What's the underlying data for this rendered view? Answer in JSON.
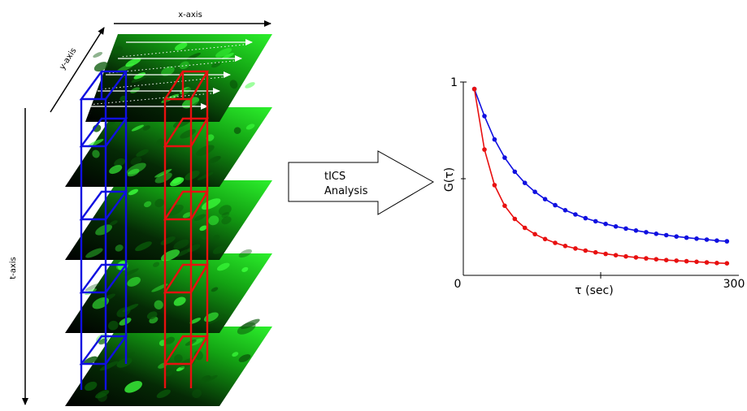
{
  "figure": {
    "axes_labels": {
      "x": "x-axis",
      "y": "y-axis",
      "t": "t-axis"
    },
    "frame_count": 5,
    "colors": {
      "frame_base": "#000000",
      "frame_green": "#1ee81e",
      "blue_column": "#1010e0",
      "red_column": "#e81010",
      "scan_arrow": "#ffffff"
    },
    "analysis_arrow": {
      "line1": "tICS",
      "line2": "Analysis"
    }
  },
  "chart_data": {
    "type": "line",
    "xlabel": "τ (sec)",
    "ylabel": "G(τ)",
    "xlim": [
      0,
      300
    ],
    "ylim": [
      0,
      1
    ],
    "x_tick_labels": [
      "0",
      "300"
    ],
    "y_tick_labels": [
      "1"
    ],
    "x": [
      12,
      23,
      34,
      45,
      56,
      67,
      78,
      89,
      100,
      111,
      122,
      133,
      144,
      155,
      166,
      177,
      188,
      199,
      210,
      221,
      232,
      243,
      254,
      265,
      276,
      287
    ],
    "series": [
      {
        "color": "#1010e0",
        "values": [
          0.964,
          0.824,
          0.703,
          0.609,
          0.536,
          0.478,
          0.432,
          0.394,
          0.363,
          0.337,
          0.315,
          0.296,
          0.28,
          0.266,
          0.253,
          0.242,
          0.232,
          0.223,
          0.215,
          0.208,
          0.201,
          0.195,
          0.19,
          0.185,
          0.18,
          0.176
        ]
      },
      {
        "color": "#e81010",
        "values": [
          0.964,
          0.651,
          0.467,
          0.36,
          0.292,
          0.246,
          0.213,
          0.188,
          0.168,
          0.152,
          0.139,
          0.128,
          0.119,
          0.111,
          0.104,
          0.098,
          0.093,
          0.088,
          0.083,
          0.079,
          0.076,
          0.073,
          0.07,
          0.067,
          0.064,
          0.062
        ]
      }
    ]
  }
}
